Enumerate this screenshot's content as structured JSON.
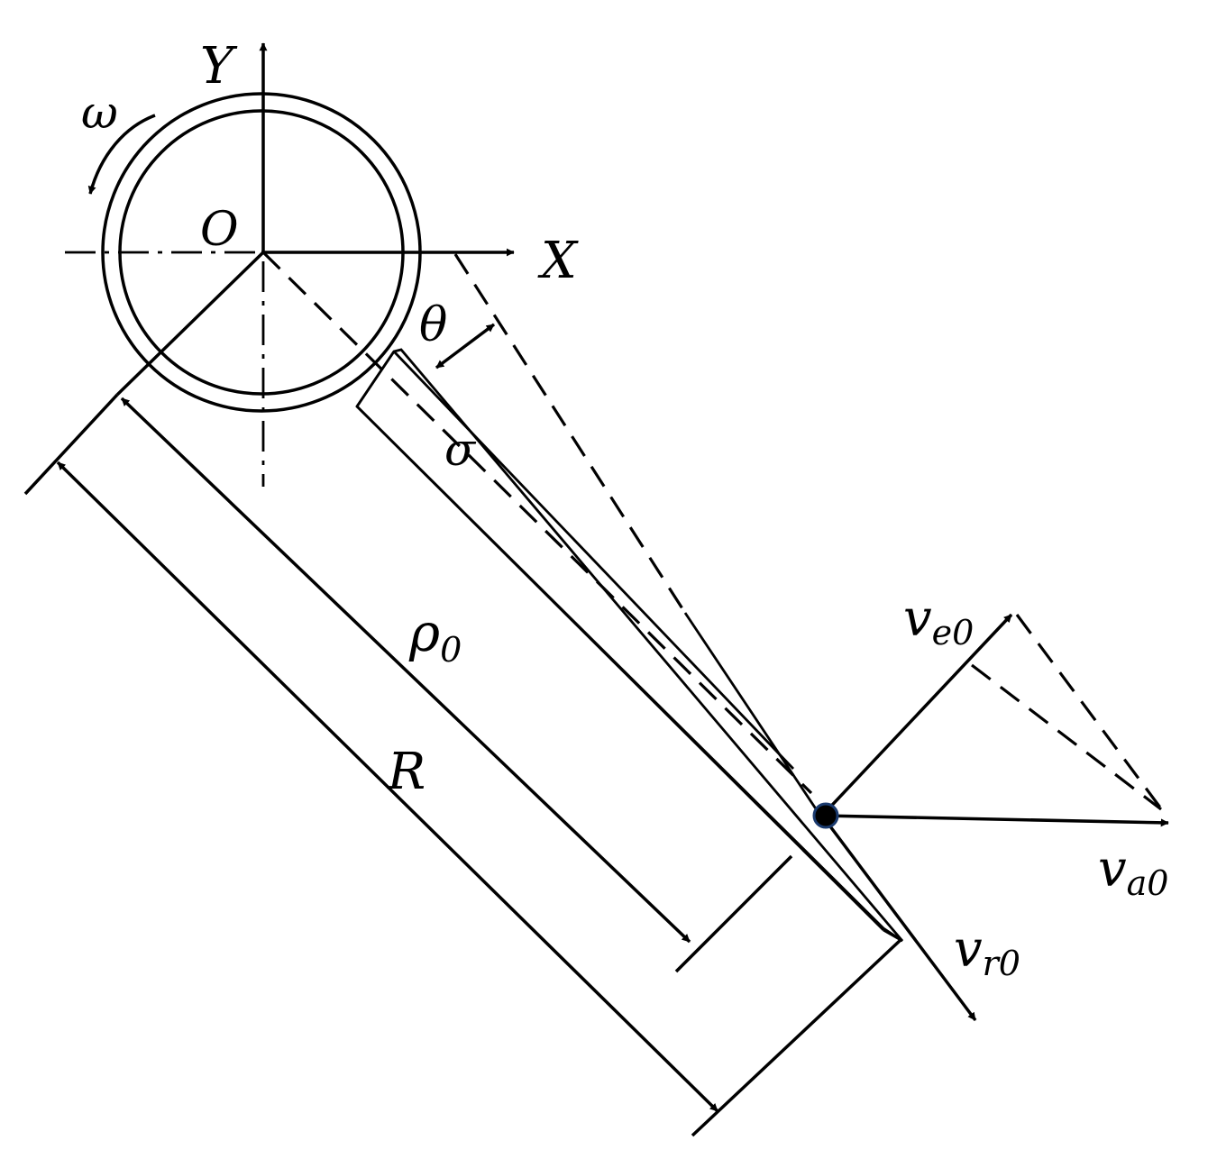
{
  "labels": {
    "axis_y": "Y",
    "axis_x": "X",
    "origin": "O",
    "omega": "ω",
    "theta": "θ",
    "sigma": "σ",
    "rho": "ρ",
    "rho_sub": "0",
    "radius": "R",
    "v": "v",
    "ve_sub": "e0",
    "va_sub": "a0",
    "vr_sub": "r0"
  },
  "colors": {
    "line": "#000000",
    "particle_outline": "#1a3a6e"
  }
}
